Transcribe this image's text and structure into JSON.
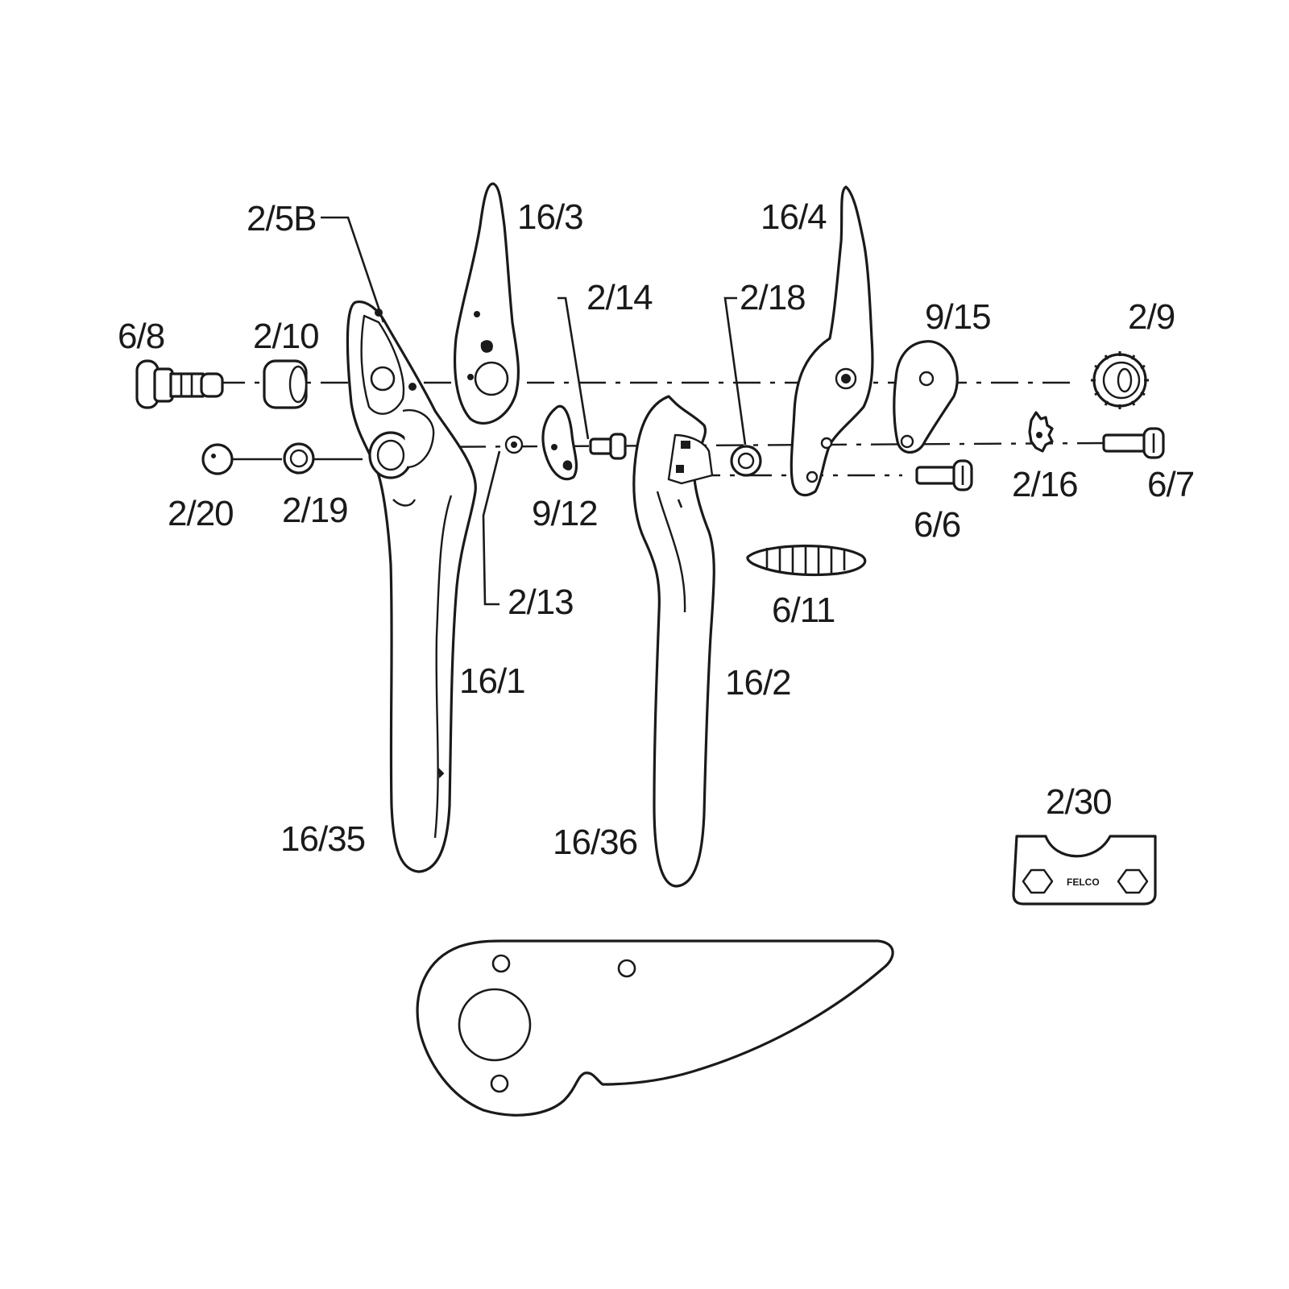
{
  "diagram": {
    "labels": {
      "p_2_5B": "2/5B",
      "p_16_3": "16/3",
      "p_16_4": "16/4",
      "p_2_14": "2/14",
      "p_2_18": "2/18",
      "p_9_15": "9/15",
      "p_2_9": "2/9",
      "p_6_8": "6/8",
      "p_2_10": "2/10",
      "p_2_20": "2/20",
      "p_2_19": "2/19",
      "p_9_12": "9/12",
      "p_2_13": "2/13",
      "p_6_6": "6/6",
      "p_2_16": "2/16",
      "p_6_7": "6/7",
      "p_6_11": "6/11",
      "p_16_1": "16/1",
      "p_16_2": "16/2",
      "p_16_35": "16/35",
      "p_16_36": "16/36",
      "p_2_30": "2/30"
    },
    "wrench_stamp": "FELCO"
  }
}
